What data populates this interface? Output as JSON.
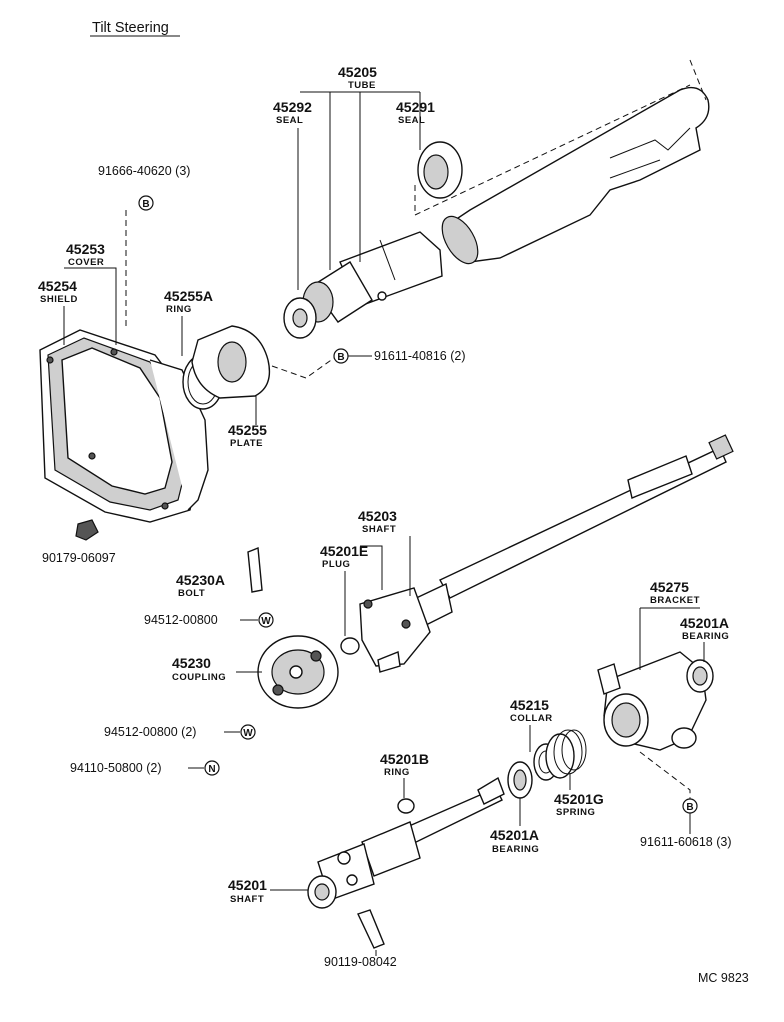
{
  "title": "Tilt Steering",
  "diagram_code": "MC 9823",
  "parts": [
    {
      "id": "45205",
      "number": "45205",
      "name": "TUBE"
    },
    {
      "id": "45292",
      "number": "45292",
      "name": "SEAL"
    },
    {
      "id": "45291",
      "number": "45291",
      "name": "SEAL"
    },
    {
      "id": "45253",
      "number": "45253",
      "name": "COVER"
    },
    {
      "id": "45254",
      "number": "45254",
      "name": "SHIELD"
    },
    {
      "id": "45255A",
      "number": "45255A",
      "name": "RING"
    },
    {
      "id": "45255",
      "number": "45255",
      "name": "PLATE"
    },
    {
      "id": "45203",
      "number": "45203",
      "name": "SHAFT"
    },
    {
      "id": "45201E",
      "number": "45201E",
      "name": "PLUG"
    },
    {
      "id": "45230A",
      "number": "45230A",
      "name": "BOLT"
    },
    {
      "id": "45230",
      "number": "45230",
      "name": "COUPLING"
    },
    {
      "id": "45275",
      "number": "45275",
      "name": "BRACKET"
    },
    {
      "id": "45201A_top",
      "number": "45201A",
      "name": "BEARING"
    },
    {
      "id": "45215",
      "number": "45215",
      "name": "COLLAR"
    },
    {
      "id": "45201B",
      "number": "45201B",
      "name": "RING"
    },
    {
      "id": "45201G",
      "number": "45201G",
      "name": "SPRING"
    },
    {
      "id": "45201A_bot",
      "number": "45201A",
      "name": "BEARING"
    },
    {
      "id": "45201",
      "number": "45201",
      "name": "SHAFT"
    }
  ],
  "fasteners": [
    {
      "id": "f1",
      "text": "91666-40620 (3)",
      "symbol": "B"
    },
    {
      "id": "f2",
      "text": "91611-40816 (2)",
      "symbol": "B"
    },
    {
      "id": "f3",
      "text": "90179-06097",
      "symbol": ""
    },
    {
      "id": "f4",
      "text": "94512-00800",
      "symbol": "W"
    },
    {
      "id": "f5",
      "text": "94512-00800 (2)",
      "symbol": "W"
    },
    {
      "id": "f6",
      "text": "94110-50800 (2)",
      "symbol": "N"
    },
    {
      "id": "f7",
      "text": "91611-60618 (3)",
      "symbol": "B"
    },
    {
      "id": "f8",
      "text": "90119-08042",
      "symbol": ""
    }
  ]
}
